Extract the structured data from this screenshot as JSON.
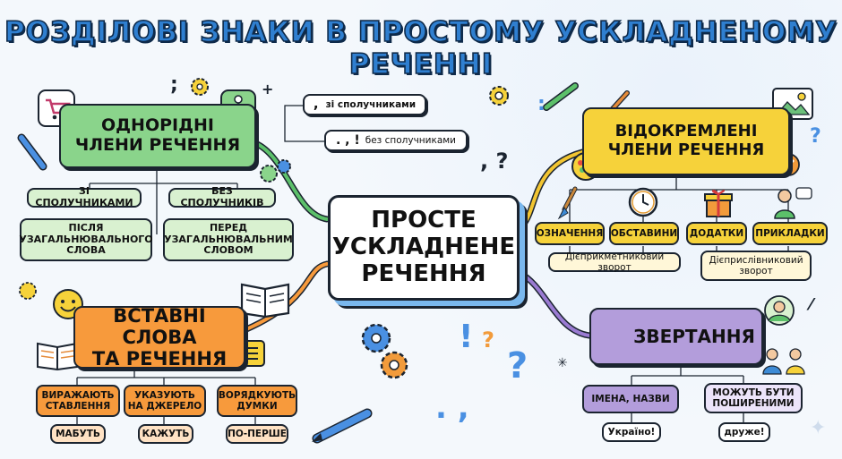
{
  "title": "РОЗДІЛОВІ ЗНАКИ В ПРОСТОМУ УСКЛАДНЕНОМУ РЕЧЕННІ",
  "center": {
    "line1": "ПРОСТЕ",
    "line2": "УСКЛАДНЕНЕ",
    "line3": "РЕЧЕННЯ"
  },
  "homogeneous": {
    "head_line1": "ОДНОРІДНІ",
    "head_line2": "ЧЛЕНИ РЕЧЕННЯ",
    "with_conj": "ЗІ СПОЛУЧНИКАМИ",
    "without_conj": "БЕЗ СПОЛУЧНИКІВ",
    "after_line1": "ПІСЛЯ",
    "after_line2": "УЗАГАЛЬНЮВАЛЬНОГО",
    "after_line3": "СЛОВА",
    "before_line1": "ПЕРЕД",
    "before_line2": "УЗАГАЛЬНЮВАЛЬНИМ",
    "before_line3": "СЛОВОМ",
    "note1_mark": ",",
    "note1_text": "зі сполучниками",
    "note2_mark": ". , !",
    "note2_text": "без сполучниками"
  },
  "separated": {
    "head_line1": "ВІДОКРЕМЛЕНІ",
    "head_line2": "ЧЛЕНИ РЕЧЕННЯ",
    "items": [
      "ОЗНАЧЕННЯ",
      "ОБСТАВИНИ",
      "ДОДАТКИ",
      "ПРИКЛАДКИ"
    ],
    "participle": "Дієприкметниковий зворот",
    "adverbial": "Дієприслівниковий зворот"
  },
  "inserted": {
    "head_line1": "ВСТАВНІ СЛОВА",
    "head_line2": "ТА РЕЧЕННЯ",
    "items": [
      {
        "label": "ВИРАЖАЮТЬ СТАВЛЕННЯ",
        "example": "МАБУТЬ"
      },
      {
        "label": "УКАЗУЮТЬ НА ДЖЕРЕЛО",
        "example": "КАЖУТЬ"
      },
      {
        "label": "ВОРЯДКУЮТЬ ДУМКИ",
        "example": "ПО-ПЕРШЕ"
      }
    ]
  },
  "address": {
    "head": "ЗВЕРТАННЯ",
    "names": "ІМЕНА, НАЗВИ",
    "spread": "МОЖУТЬ БУТИ ПОШИРЕНИМИ",
    "example1": "Україно!",
    "example2": "друже!"
  },
  "colors": {
    "green": "#8ad48b",
    "yellow": "#f6d23a",
    "orange": "#f79a3c",
    "purple": "#b39ddb",
    "title": "#2f7fd0"
  }
}
